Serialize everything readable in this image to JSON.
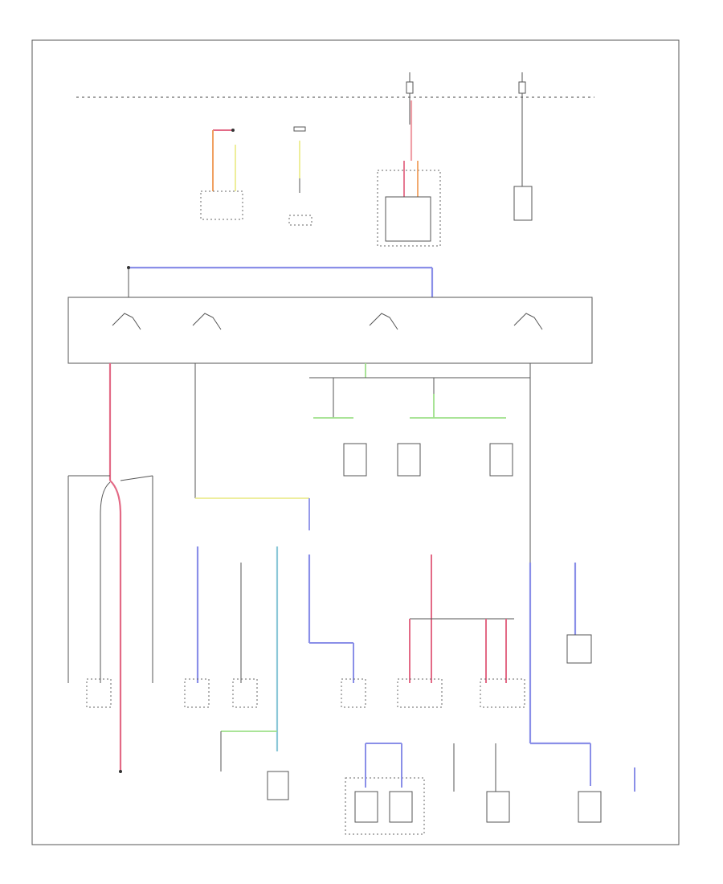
{
  "footer": {
    "code": ""
  },
  "colors": {
    "red": "#e36a86",
    "pink": "#f0a0a8",
    "blue": "#8a8fe8",
    "green": "#9ee08a",
    "yellow": "#ecec90",
    "orange": "#f0a060",
    "teal": "#8cc8d8",
    "line": "#555555"
  },
  "labels": {
    "hot_at_all_times": "",
    "hot_in_run": "",
    "hot_in_run_2": "",
    "ignition_switch": "",
    "fuse_panel_note": ""
  },
  "components": [
    {
      "key": "headlamp_switch",
      "label": ""
    },
    {
      "key": "shift_interlock",
      "label": ""
    },
    {
      "key": "instrument_cluster",
      "label": ""
    },
    {
      "key": "power_relay",
      "label": ""
    },
    {
      "key": "splice_a",
      "label": ""
    },
    {
      "key": "splice_b",
      "label": ""
    },
    {
      "key": "splice_c",
      "label": ""
    },
    {
      "key": "splice_d",
      "label": ""
    },
    {
      "key": "module_a",
      "label": ""
    },
    {
      "key": "module_b",
      "label": ""
    },
    {
      "key": "module_c",
      "label": ""
    },
    {
      "key": "module_d",
      "label": ""
    },
    {
      "key": "ecm",
      "label": ""
    },
    {
      "key": "ecm_2",
      "label": ""
    },
    {
      "key": "ecm_3",
      "label": ""
    },
    {
      "key": "sensor_a",
      "label": ""
    },
    {
      "key": "sensor_b",
      "label": ""
    },
    {
      "key": "radio",
      "label": ""
    },
    {
      "key": "lamp_a",
      "label": ""
    },
    {
      "key": "lamp_b",
      "label": ""
    }
  ]
}
